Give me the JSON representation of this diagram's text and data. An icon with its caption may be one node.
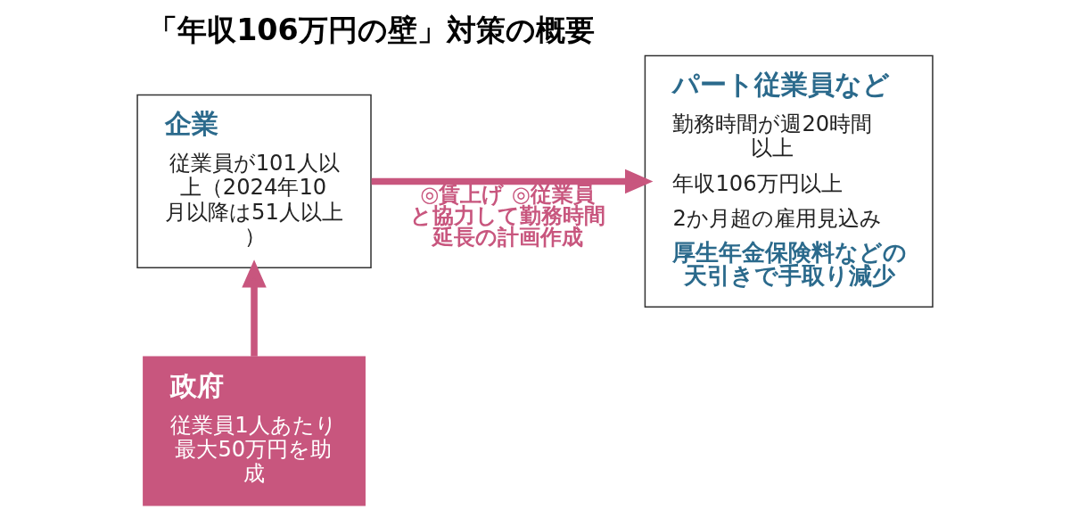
{
  "diagram": {
    "title": "「年収106万円の壁」対策の概要",
    "nodes": [
      {
        "text": [
          "パート従業員など",
          "勤務時間が週20時間以上",
          "年収106万円以上",
          "2か月超の雇用見込み",
          "厚生年金保険料などの天引きで手取り減少"
        ]
      },
      {
        "text": [
          "企業",
          "従業員が101人以上（2024年10月以降は51人以上）"
        ]
      },
      {
        "text": [
          "政府",
          "従業員1人あたり最大50万円を助成"
        ]
      }
    ],
    "edges": [
      {
        "from": 1,
        "to": 0,
        "arrow": "to",
        "label": "◎賃上げ ◎従業員と協力して勤務時間延長の計画作成"
      },
      {
        "from": 2,
        "to": 1,
        "arrow": "to"
      }
    ]
  }
}
